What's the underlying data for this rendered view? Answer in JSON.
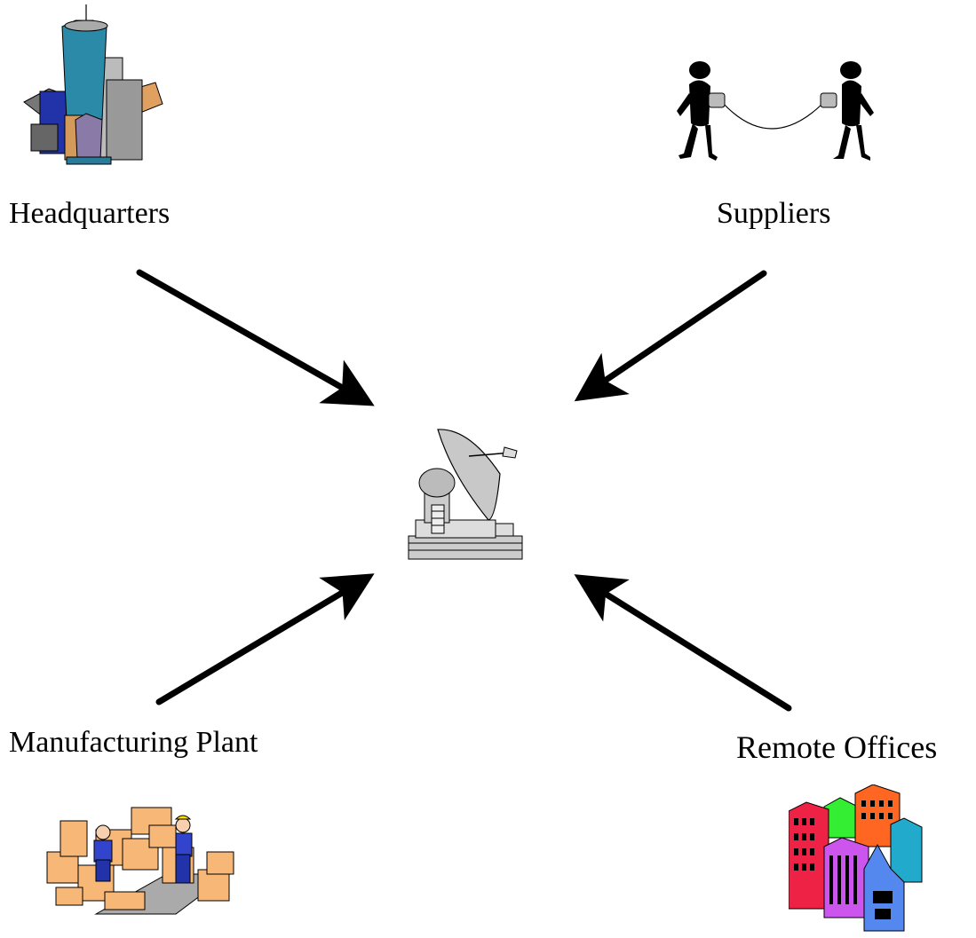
{
  "nodes": {
    "headquarters": {
      "label": "Headquarters",
      "icon": "skyscraper-city-icon"
    },
    "suppliers": {
      "label": "Suppliers",
      "icon": "tin-can-telephone-icon"
    },
    "manufacturing": {
      "label": "Manufacturing Plant",
      "icon": "warehouse-workers-icon"
    },
    "remote": {
      "label": "Remote Offices",
      "icon": "office-buildings-icon"
    },
    "hub": {
      "icon": "satellite-dish-icon"
    }
  },
  "colors": {
    "arrow": "#000000",
    "background": "#ffffff"
  }
}
